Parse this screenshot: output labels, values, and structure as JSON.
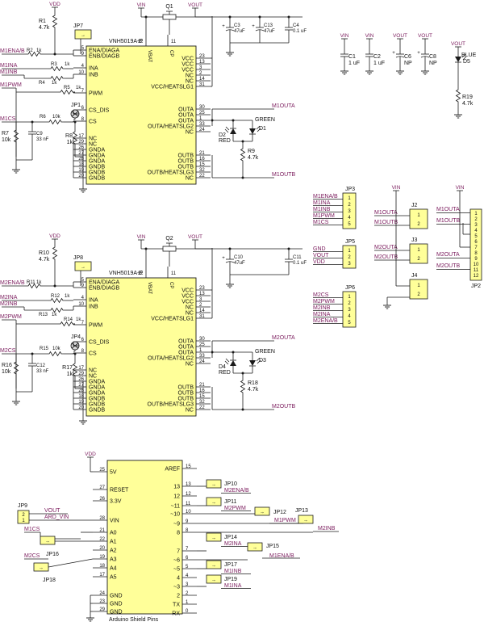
{
  "colors": {
    "chip": "#ffff99",
    "net": "#7a1a5c",
    "wire": "#1a1a1a"
  },
  "power": {
    "vdd": "VDD",
    "vin": "VIN",
    "vout": "VOUT"
  },
  "ch1": {
    "chip": "VNH5019A-E",
    "left_pins": [
      {
        "num": "5",
        "name": "ENA/DIAGA"
      },
      {
        "num": "9",
        "name": "ENB/DIAGB"
      },
      {
        "num": "4",
        "name": "INA"
      },
      {
        "num": "10",
        "name": "INB"
      },
      {
        "num": "7",
        "name": "PWM"
      },
      {
        "num": "6",
        "name": "CS_DIS"
      },
      {
        "num": "8",
        "name": "CS"
      },
      {
        "num": "17",
        "name": "NC"
      },
      {
        "num": "29",
        "name": "NC"
      },
      {
        "num": "26",
        "name": "GNDA"
      },
      {
        "num": "27",
        "name": "GNDA"
      },
      {
        "num": "28",
        "name": "GNDA"
      },
      {
        "num": "18",
        "name": "GNDB"
      },
      {
        "num": "19",
        "name": "GNDB"
      },
      {
        "num": "20",
        "name": "GNDB"
      }
    ],
    "right_pins": [
      {
        "num": "23",
        "name": "VCC"
      },
      {
        "num": "13",
        "name": "VCC"
      },
      {
        "num": "3",
        "name": "VCC"
      },
      {
        "num": "2",
        "name": "NC"
      },
      {
        "num": "14",
        "name": "NC"
      },
      {
        "num": "31",
        "name": "VCC/HEATSLG1"
      },
      {
        "num": "30",
        "name": "OUTA"
      },
      {
        "num": "25",
        "name": "OUTA"
      },
      {
        "num": "1",
        "name": "OUTA"
      },
      {
        "num": "33",
        "name": "OUTA/HEATSLG2"
      },
      {
        "num": "24",
        "name": "NC"
      },
      {
        "num": "21",
        "name": "OUTB"
      },
      {
        "num": "16",
        "name": "OUTB"
      },
      {
        "num": "15",
        "name": "OUTB"
      },
      {
        "num": "32",
        "name": "OUTB/HEATSLG3"
      },
      {
        "num": "22",
        "name": "NC"
      }
    ],
    "top_pins": [
      {
        "num": "12",
        "name": "VBAT"
      },
      {
        "num": "11",
        "name": "CP"
      }
    ],
    "nets": {
      "ena": "M1ENA/B",
      "ina": "M1INA",
      "inb": "M1INB",
      "pwm": "M1PWM",
      "cs": "M1CS",
      "outa": "M1OUTA",
      "outb": "M1OUTB"
    },
    "parts": {
      "r1": "R1",
      "r1v": "4.7k",
      "r2": "R2",
      "r2v": "1k",
      "r3": "R3",
      "r3v": "1k",
      "r4": "R4",
      "r4v": "1k",
      "r5": "R5",
      "r5v": "1k",
      "r6": "R6",
      "r6v": "10k",
      "r7": "R7",
      "r7v": "10k",
      "r8": "R8",
      "r8v": "1k",
      "r9": "R9",
      "r9v": "4.7k",
      "c3": "C3",
      "c3v": "47uF",
      "c13": "C13",
      "c13v": "47uF",
      "c4": "C4",
      "c4v": "0.1 uF",
      "c9": "C9",
      "c9v": "33 nF",
      "q": "Q1",
      "jp": "JP7",
      "jpb": "JP1",
      "d2": "D2",
      "d2c": "RED",
      "d1": "D1",
      "d1c": "GREEN"
    }
  },
  "ch2": {
    "chip": "VNH5019A-E",
    "left_pins": [
      {
        "num": "5",
        "name": "ENA/DIAGA"
      },
      {
        "num": "9",
        "name": "ENB/DIAGB"
      },
      {
        "num": "4",
        "name": "INA"
      },
      {
        "num": "10",
        "name": "INB"
      },
      {
        "num": "7",
        "name": "PWM"
      },
      {
        "num": "6",
        "name": "CS_DIS"
      },
      {
        "num": "8",
        "name": "CS"
      },
      {
        "num": "17",
        "name": "NC"
      },
      {
        "num": "29",
        "name": "NC"
      },
      {
        "num": "26",
        "name": "GNDA"
      },
      {
        "num": "27",
        "name": "GNDA"
      },
      {
        "num": "28",
        "name": "GNDA"
      },
      {
        "num": "18",
        "name": "GNDB"
      },
      {
        "num": "19",
        "name": "GNDB"
      },
      {
        "num": "20",
        "name": "GNDB"
      }
    ],
    "right_pins": [
      {
        "num": "23",
        "name": "VCC"
      },
      {
        "num": "13",
        "name": "VCC"
      },
      {
        "num": "3",
        "name": "VCC"
      },
      {
        "num": "2",
        "name": "NC"
      },
      {
        "num": "14",
        "name": "NC"
      },
      {
        "num": "31",
        "name": "VCC/HEATSLG1"
      },
      {
        "num": "30",
        "name": "OUTA"
      },
      {
        "num": "25",
        "name": "OUTA"
      },
      {
        "num": "1",
        "name": "OUTA"
      },
      {
        "num": "33",
        "name": "OUTA/HEATSLG2"
      },
      {
        "num": "24",
        "name": "NC"
      },
      {
        "num": "21",
        "name": "OUTB"
      },
      {
        "num": "16",
        "name": "OUTB"
      },
      {
        "num": "15",
        "name": "OUTB"
      },
      {
        "num": "32",
        "name": "OUTB/HEATSLG3"
      },
      {
        "num": "22",
        "name": "NC"
      }
    ],
    "top_pins": [
      {
        "num": "12",
        "name": "VBAT"
      },
      {
        "num": "11",
        "name": "CP"
      }
    ],
    "nets": {
      "ena": "M2ENA/B",
      "ina": "M2INA",
      "inb": "M2INB",
      "pwm": "M2PWM",
      "cs": "M2CS",
      "outa": "M2OUTA",
      "outb": "M2OUTB"
    },
    "parts": {
      "r1": "R10",
      "r1v": "4.7k",
      "r2": "R11",
      "r2v": "1k",
      "r3": "R12",
      "r3v": "1k",
      "r4": "R13",
      "r4v": "1k",
      "r5": "R14",
      "r5v": "1k",
      "r6": "R15",
      "r6v": "10k",
      "r7": "R16",
      "r7v": "10k",
      "r8": "R17",
      "r8v": "1k",
      "r9": "R18",
      "r9v": "4.7k",
      "c3": "C10",
      "c3v": "47uF",
      "c13": "",
      "c13v": "",
      "c4": "C11",
      "c4v": "0.1 uF",
      "c9": "C12",
      "c9v": "33 nF",
      "q": "Q2",
      "jp": "JP8",
      "jpb": "JP4",
      "d2": "D4",
      "d2c": "RED",
      "d1": "D3",
      "d1c": "GREEN"
    }
  },
  "caps_right": [
    {
      "pwr": "VIN",
      "name": "C1",
      "val": "1 uF"
    },
    {
      "pwr": "VIN",
      "name": "C2",
      "val": "1 uF"
    },
    {
      "pwr": "VOUT",
      "name": "C6",
      "val": "NP"
    },
    {
      "pwr": "VOUT",
      "name": "C8",
      "val": "NP"
    }
  ],
  "blue_led": {
    "pwr": "VOUT",
    "name": "D5",
    "color": "BLUE",
    "r": "R19",
    "rv": "4.7k"
  },
  "jp3": {
    "name": "JP3",
    "pins": [
      "1",
      "2",
      "3",
      "4",
      "5"
    ],
    "nets": [
      "M1ENA/B",
      "M1INA",
      "M1INB",
      "M1PWM",
      "M1CS"
    ]
  },
  "jp5": {
    "name": "JP5",
    "pins": [
      "1",
      "2",
      "3"
    ],
    "nets": [
      "GND",
      "VOUT",
      "VDD"
    ]
  },
  "jp6": {
    "name": "JP6",
    "pins": [
      "1",
      "2",
      "3",
      "4",
      "5"
    ],
    "nets": [
      "M2CS",
      "M2PWM",
      "M2INB",
      "M2INA",
      "M2ENA/B"
    ]
  },
  "j2": {
    "name": "J2",
    "pins": [
      "1",
      "2"
    ],
    "nets": [
      "M1OUTA",
      "M1OUTB"
    ]
  },
  "j3": {
    "name": "J3",
    "pins": [
      "1",
      "2"
    ],
    "nets": [
      "M2OUTA",
      "M2OUTB"
    ]
  },
  "j4": {
    "name": "J4",
    "pins": [
      "1",
      "2"
    ]
  },
  "jp2": {
    "name": "JP2",
    "pins": [
      "1",
      "2",
      "3",
      "4",
      "5",
      "6",
      "7",
      "8",
      "9",
      "10",
      "11",
      "12"
    ],
    "nets": [
      "M1OUTA",
      "M1OUTB",
      "M2OUTA",
      "M2OUTB"
    ]
  },
  "arduino": {
    "title": "Arduino Shield Pins",
    "left": [
      {
        "num": "25",
        "name": "5V"
      },
      {
        "num": "27",
        "name": "RESET"
      },
      {
        "num": "26",
        "name": "3.3V"
      },
      {
        "num": "28",
        "name": "VIN"
      },
      {
        "num": "21",
        "name": "A0"
      },
      {
        "num": "22",
        "name": "A1"
      },
      {
        "num": "20",
        "name": "A2"
      },
      {
        "num": "19",
        "name": "A3"
      },
      {
        "num": "18",
        "name": "A4"
      },
      {
        "num": "17",
        "name": "A5"
      },
      {
        "num": "24",
        "name": "GND"
      },
      {
        "num": "23",
        "name": "GND"
      },
      {
        "num": "29",
        "name": "GND"
      }
    ],
    "right": [
      {
        "num": "15",
        "name": "AREF"
      },
      {
        "num": "13",
        "name": "13"
      },
      {
        "num": "12",
        "name": "12"
      },
      {
        "num": "11",
        "name": "~11"
      },
      {
        "num": "10",
        "name": "~10"
      },
      {
        "num": "9",
        "name": "~9"
      },
      {
        "num": "8",
        "name": "8"
      },
      {
        "num": "7",
        "name": "7"
      },
      {
        "num": "6",
        "name": "~6"
      },
      {
        "num": "5",
        "name": "~5"
      },
      {
        "num": "4",
        "name": "4"
      },
      {
        "num": "3",
        "name": "~3"
      },
      {
        "num": "2",
        "name": "2"
      },
      {
        "num": "1",
        "name": "TX"
      },
      {
        "num": "0",
        "name": "RX"
      }
    ],
    "jumpers": [
      {
        "name": "JP10",
        "net": "M2ENA/B"
      },
      {
        "name": "JP11",
        "net": "M2PWM"
      },
      {
        "name": "JP12",
        "net": "M1PWM"
      },
      {
        "name": "JP13",
        "net": "M2INB"
      },
      {
        "name": "JP14",
        "net": "M2INA"
      },
      {
        "name": "JP15",
        "net": "M1ENA/B"
      },
      {
        "name": "JP17",
        "net": "M1INB"
      },
      {
        "name": "JP19",
        "net": "M1INA"
      },
      {
        "name": "JP9",
        "net": ""
      },
      {
        "name": "JP16",
        "net": "M1CS"
      },
      {
        "name": "JP18",
        "net": "M2CS"
      }
    ],
    "vin_labels": {
      "vout": "VOUT",
      "ard": "ARD_VIN"
    },
    "jp_mark": "→"
  }
}
